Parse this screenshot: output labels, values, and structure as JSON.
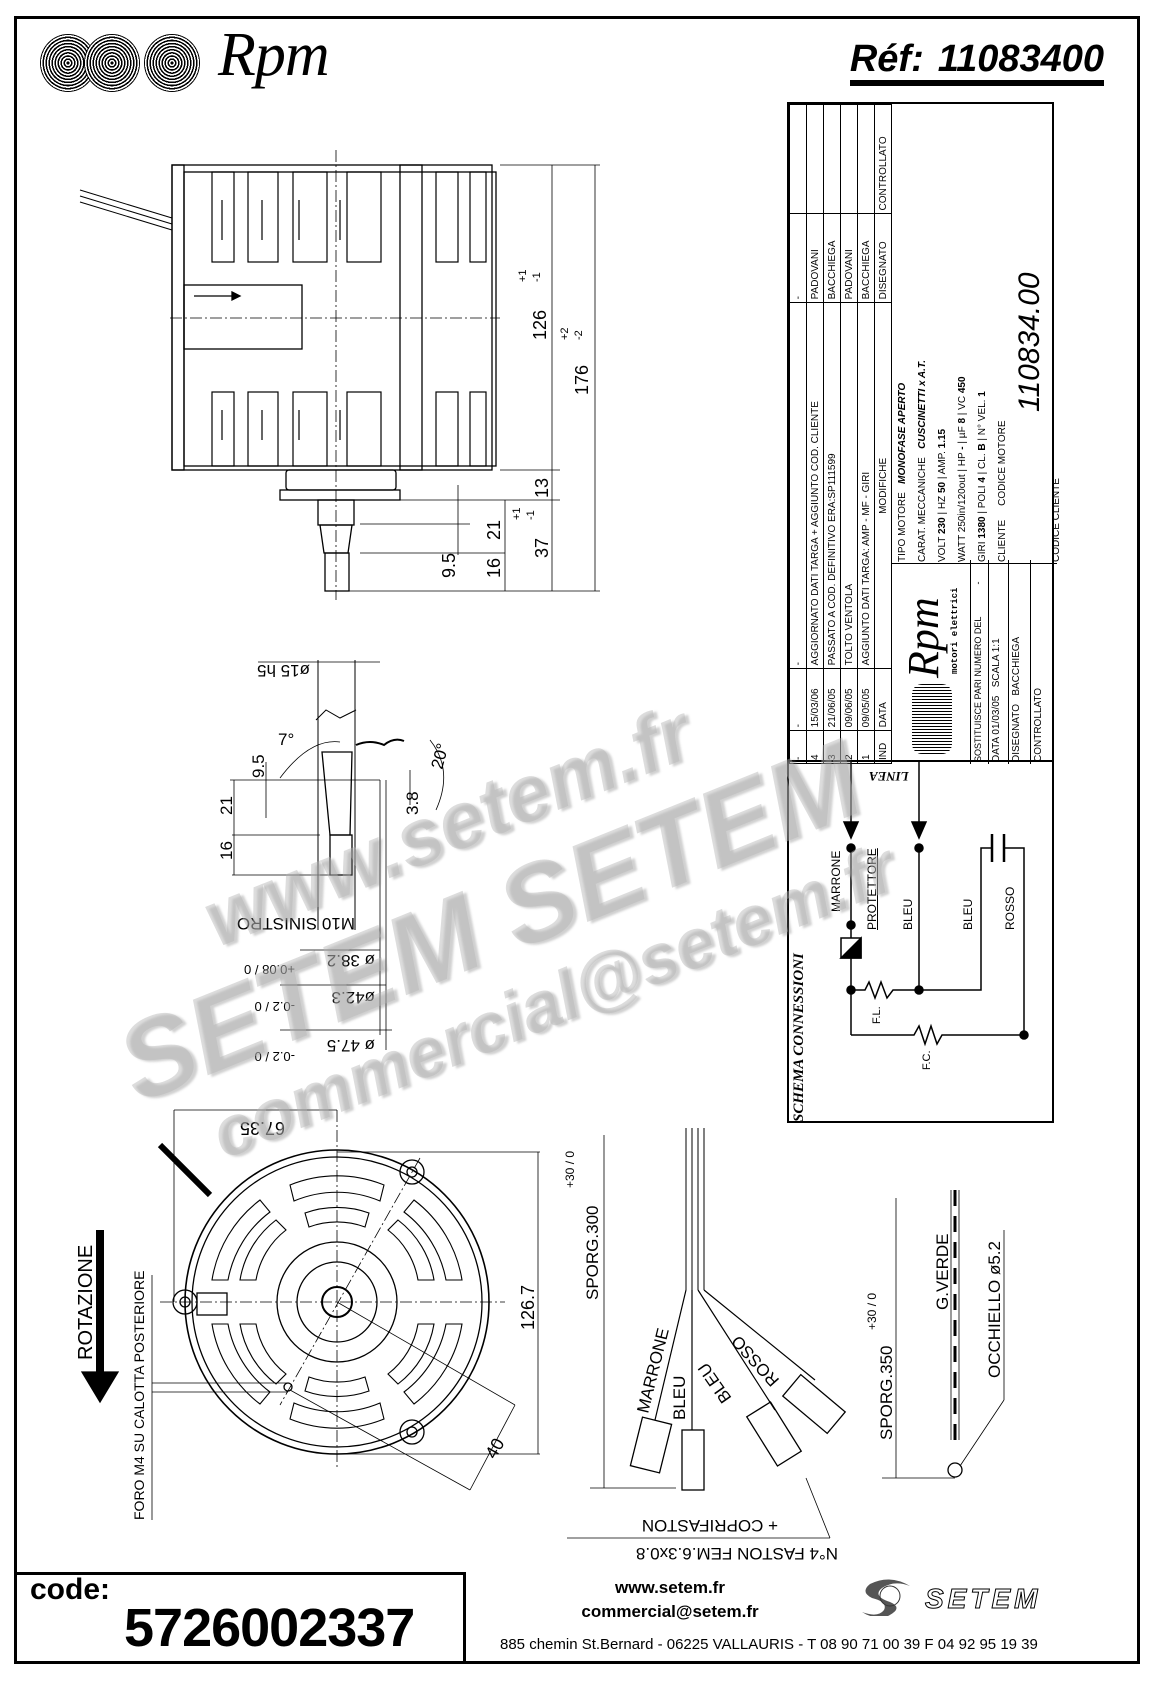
{
  "header": {
    "brand": "Rpm",
    "ref_label": "Réf:",
    "ref_value": "11083400"
  },
  "side_view": {
    "dim_126": "126",
    "dim_126_tol_plus": "+1",
    "dim_126_tol_minus": "-1",
    "dim_176": "176",
    "dim_176_tol_plus": "+2",
    "dim_176_tol_minus": "-2",
    "dim_13": "13",
    "dim_37": "37",
    "dim_37_tol_plus": "+1",
    "dim_37_tol_minus": "-1",
    "dim_21": "21",
    "dim_16": "16",
    "dim_9_5": "9.5"
  },
  "shaft_detail": {
    "dia_15": "ø15 h5",
    "angle_7": "7°",
    "angle_20": "20°",
    "dim_9_5": "9.5",
    "dim_21": "21",
    "dim_16": "16",
    "dim_3_8": "3.8",
    "thread": "M10 SINISTRO",
    "dia_38_2": "ø 38.2",
    "dia_38_2_tol": "+0.08 / 0",
    "dia_42_3": "ø42.3",
    "dia_42_3_tol": "-0.2 / 0",
    "dia_47_5": "ø 47.5",
    "dia_47_5_tol": "-0.2 / 0"
  },
  "front_view": {
    "dim_67_35": "67.35",
    "dim_126_7": "126.7",
    "dim_40": "40",
    "rotation_label": "ROTAZIONE",
    "hole_note": "FORO M4 SU CALOTTA POSTERIORE"
  },
  "leads": {
    "sporg_300": "SPORG.300",
    "sporg_300_tol": "+30 / 0",
    "wires": [
      "MARRONE",
      "BLEU",
      "BLEU",
      "ROSSO"
    ],
    "faston_note": "N°4 FASTON FEM.6.3x0.8",
    "faston_note2": "+ COPRIFASTON",
    "sporg_350": "SPORG.350",
    "sporg_350_tol": "+30 / 0",
    "ground_wire": "G.VERDE",
    "eyelet": "OCCHIELLO ø5.2"
  },
  "title_block": {
    "revisions_header": [
      "IND",
      "DATA",
      "MODIFICHE",
      "DISEGNATO",
      "CONTROLLATO"
    ],
    "revisions": [
      {
        "ind": "-",
        "data": "-",
        "modifiche": "-",
        "disegnato": "-",
        "controllato": ""
      },
      {
        "ind": "4",
        "data": "15/03/06",
        "modifiche": "AGGIORNATO DATI TARGA + AGGIUNTO COD. CLIENTE",
        "disegnato": "PADOVANI",
        "controllato": ""
      },
      {
        "ind": "3",
        "data": "21/06/05",
        "modifiche": "PASSATO A COD. DEFINITIVO ERA:SP111599",
        "disegnato": "BACCHIEGA",
        "controllato": ""
      },
      {
        "ind": "2",
        "data": "09/06/05",
        "modifiche": "TOLTO VENTOLA",
        "disegnato": "PADOVANI",
        "controllato": ""
      },
      {
        "ind": "1",
        "data": "09/05/05",
        "modifiche": "AGGIUNTO DATI TARGA: AMP - MF - GIRI",
        "disegnato": "BACCHIEGA",
        "controllato": ""
      }
    ],
    "tipo_motore_label": "TIPO MOTORE",
    "tipo_motore": "MONOFASE APERTO",
    "carat_label": "CARAT. MECCANICHE",
    "carat": "CUSCINETTI x A.T.",
    "volt_label": "VOLT",
    "volt": "230",
    "hz_label": "HZ",
    "hz": "50",
    "amp_label": "AMP.",
    "amp": "1.15",
    "watt_label": "WATT 250in/120out",
    "hp_label": "HP",
    "hp": "-",
    "uf_label": "µF",
    "uf": "8",
    "vc_label": "VC",
    "vc": "450",
    "giri_label": "GIRI",
    "giri": "1380",
    "poli_label": "POLI",
    "poli": "4",
    "cl_label": "CL.",
    "cl": "B",
    "nvel_label": "N° VEL.",
    "nvel": "1",
    "cliente_label": "CLIENTE",
    "codice_motore_label": "CODICE MOTORE",
    "codice_motore": "110834.00",
    "codice_cliente_label": "CODICE CLIENTE",
    "sostituisce_label": "SOSTITUISCE PARI NUMERO DEL",
    "sostituisce": "-",
    "data_label": "DATA",
    "data": "01/03/05",
    "scala_label": "SCALA",
    "scala": "1:1",
    "disegnato_label": "DISEGNATO",
    "disegnato": "BACCHIEGA",
    "controllato_label": "CONTROLLATO",
    "logo_text": "Rpm",
    "logo_sub": "motori elettrici"
  },
  "schema": {
    "title": "SCHEMA CONNESSIONI",
    "linea": "LINEA",
    "marrone": "MARRONE",
    "protettore": "PROTETTORE",
    "bleu1": "BLEU",
    "bleu2": "BLEU",
    "rosso": "ROSSO",
    "fl": "F.L.",
    "fc": "F.C."
  },
  "footer": {
    "code_label": "code:",
    "code_value": "5726002337",
    "website": "www.setem.fr",
    "email": "commercial@setem.fr",
    "address": "885 chemin St.Bernard  -  06225 VALLAURIS  -  T 08 90 71 00 39   F 04 92 95 19 39",
    "company": "SETEM"
  },
  "watermark": {
    "line1": "www.setem.fr",
    "line2": "SETEM  SETEM",
    "line3": "commercial@setem.fr"
  }
}
